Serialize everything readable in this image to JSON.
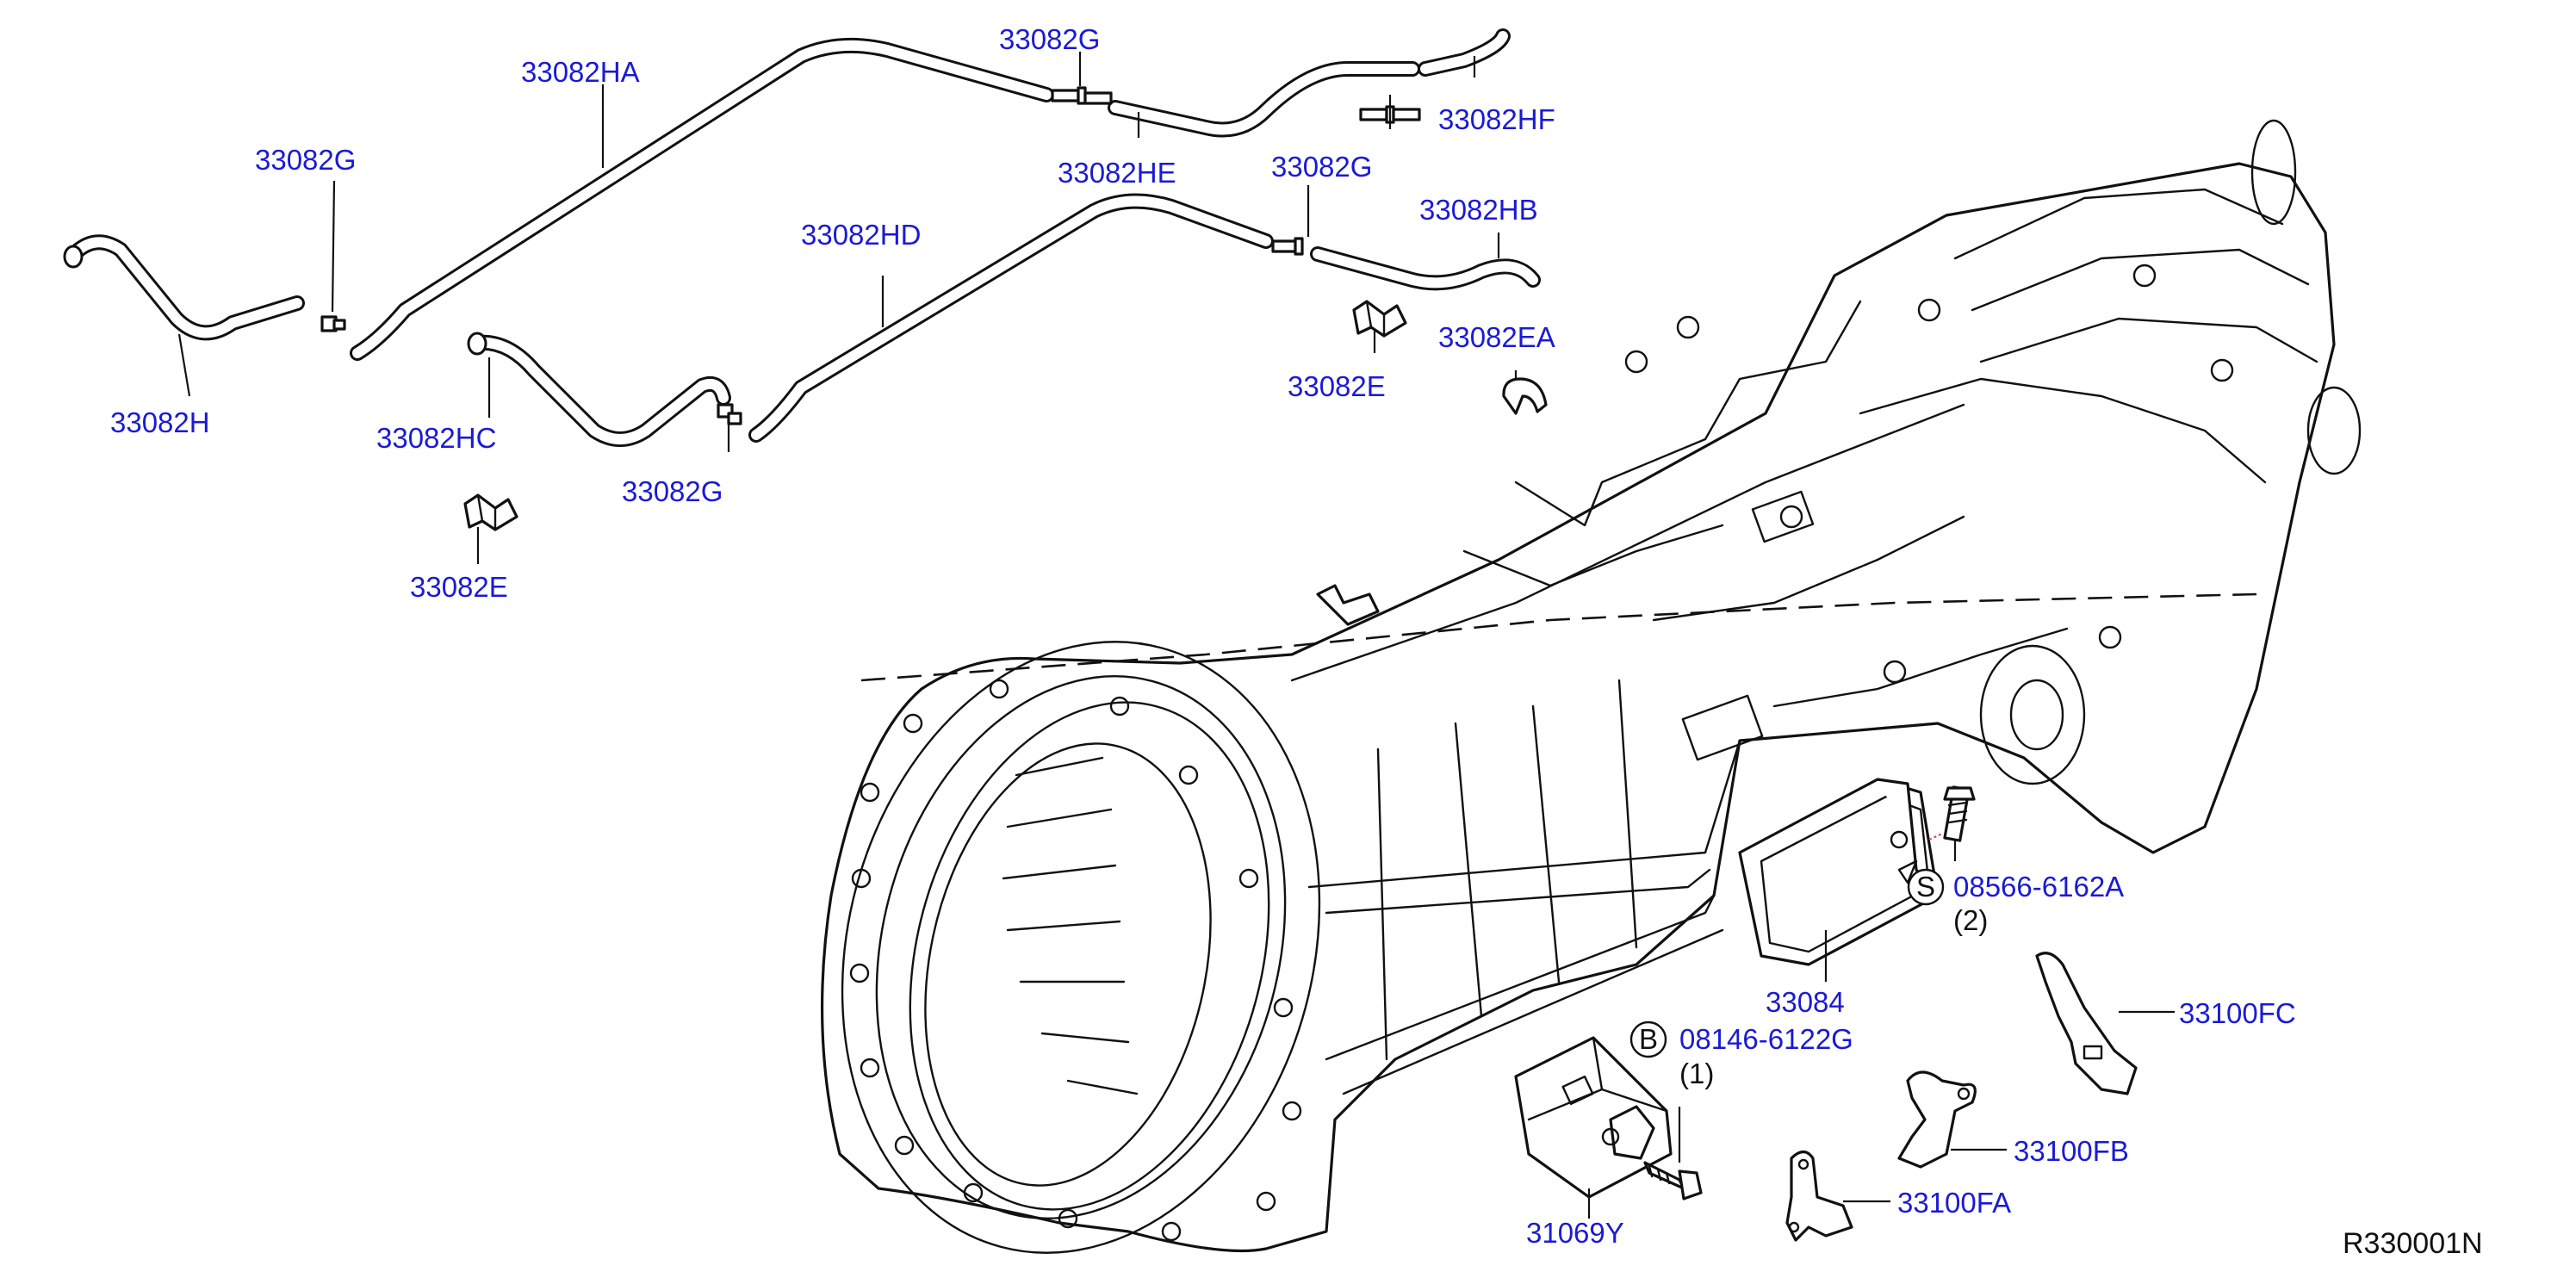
{
  "diagram": {
    "reference_code": "R330001N",
    "callouts": [
      {
        "id": "33082H",
        "text": "33082H"
      },
      {
        "id": "33082G_a",
        "text": "33082G"
      },
      {
        "id": "33082HA",
        "text": "33082HA"
      },
      {
        "id": "33082G_b",
        "text": "33082G"
      },
      {
        "id": "33082HE",
        "text": "33082HE"
      },
      {
        "id": "33082HF",
        "text": "33082HF"
      },
      {
        "id": "33082G_c",
        "text": "33082G"
      },
      {
        "id": "33082HB",
        "text": "33082HB"
      },
      {
        "id": "33082HD",
        "text": "33082HD"
      },
      {
        "id": "33082HC",
        "text": "33082HC"
      },
      {
        "id": "33082G_d",
        "text": "33082G"
      },
      {
        "id": "33082E_a",
        "text": "33082E"
      },
      {
        "id": "33082E_b",
        "text": "33082E"
      },
      {
        "id": "33082EA",
        "text": "33082EA"
      },
      {
        "id": "33084",
        "text": "33084"
      },
      {
        "id": "08566-6162A",
        "text": "08566-6162A",
        "badge": "S",
        "qty": "(2)"
      },
      {
        "id": "08146-6122G",
        "text": "08146-6122G",
        "badge": "B",
        "qty": "(1)"
      },
      {
        "id": "33100FC",
        "text": "33100FC"
      },
      {
        "id": "33100FB",
        "text": "33100FB"
      },
      {
        "id": "33100FA",
        "text": "33100FA"
      },
      {
        "id": "31069Y",
        "text": "31069Y"
      }
    ]
  },
  "colors": {
    "callout_text": "#1a1ad6",
    "line_art": "#111111",
    "background": "#ffffff"
  }
}
